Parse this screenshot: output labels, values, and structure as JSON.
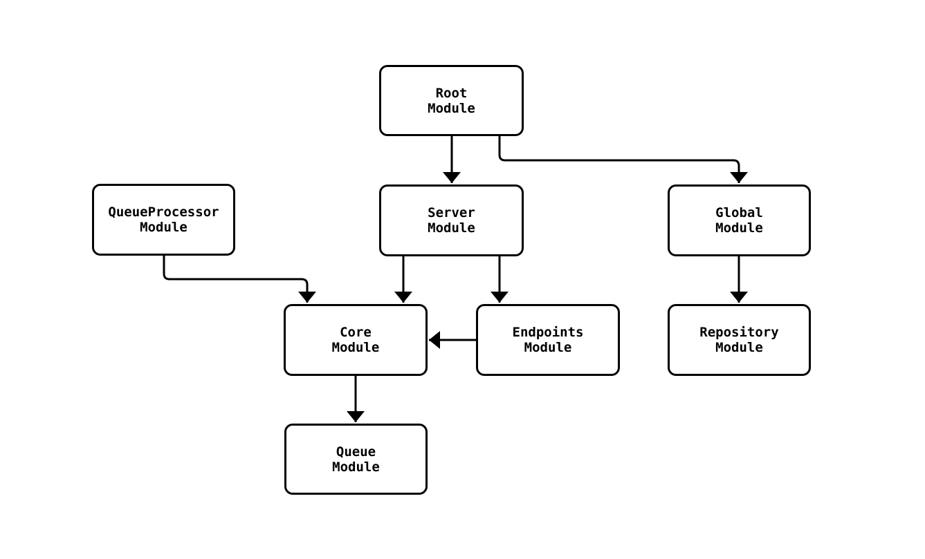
{
  "diagram": {
    "background": "#ffffff",
    "node_fill": "#ffffff",
    "node_border_color": "#000000",
    "edge_color": "#000000",
    "nodes": {
      "root": {
        "line1": "Root",
        "line2": "Module"
      },
      "server": {
        "line1": "Server",
        "line2": "Module"
      },
      "queue_processor": {
        "line1": "QueueProcessor",
        "line2": "Module"
      },
      "global": {
        "line1": "Global",
        "line2": "Module"
      },
      "core": {
        "line1": "Core",
        "line2": "Module"
      },
      "endpoints": {
        "line1": "Endpoints",
        "line2": "Module"
      },
      "repository": {
        "line1": "Repository",
        "line2": "Module"
      },
      "queue": {
        "line1": "Queue",
        "line2": "Module"
      }
    },
    "edges": [
      {
        "from": "Root Module",
        "to": "Server Module"
      },
      {
        "from": "Root Module",
        "to": "Global Module"
      },
      {
        "from": "QueueProcessor Module",
        "to": "Core Module"
      },
      {
        "from": "Server Module",
        "to": "Core Module"
      },
      {
        "from": "Server Module",
        "to": "Endpoints Module"
      },
      {
        "from": "Endpoints Module",
        "to": "Core Module"
      },
      {
        "from": "Global Module",
        "to": "Repository Module"
      },
      {
        "from": "Core Module",
        "to": "Queue Module"
      }
    ]
  }
}
